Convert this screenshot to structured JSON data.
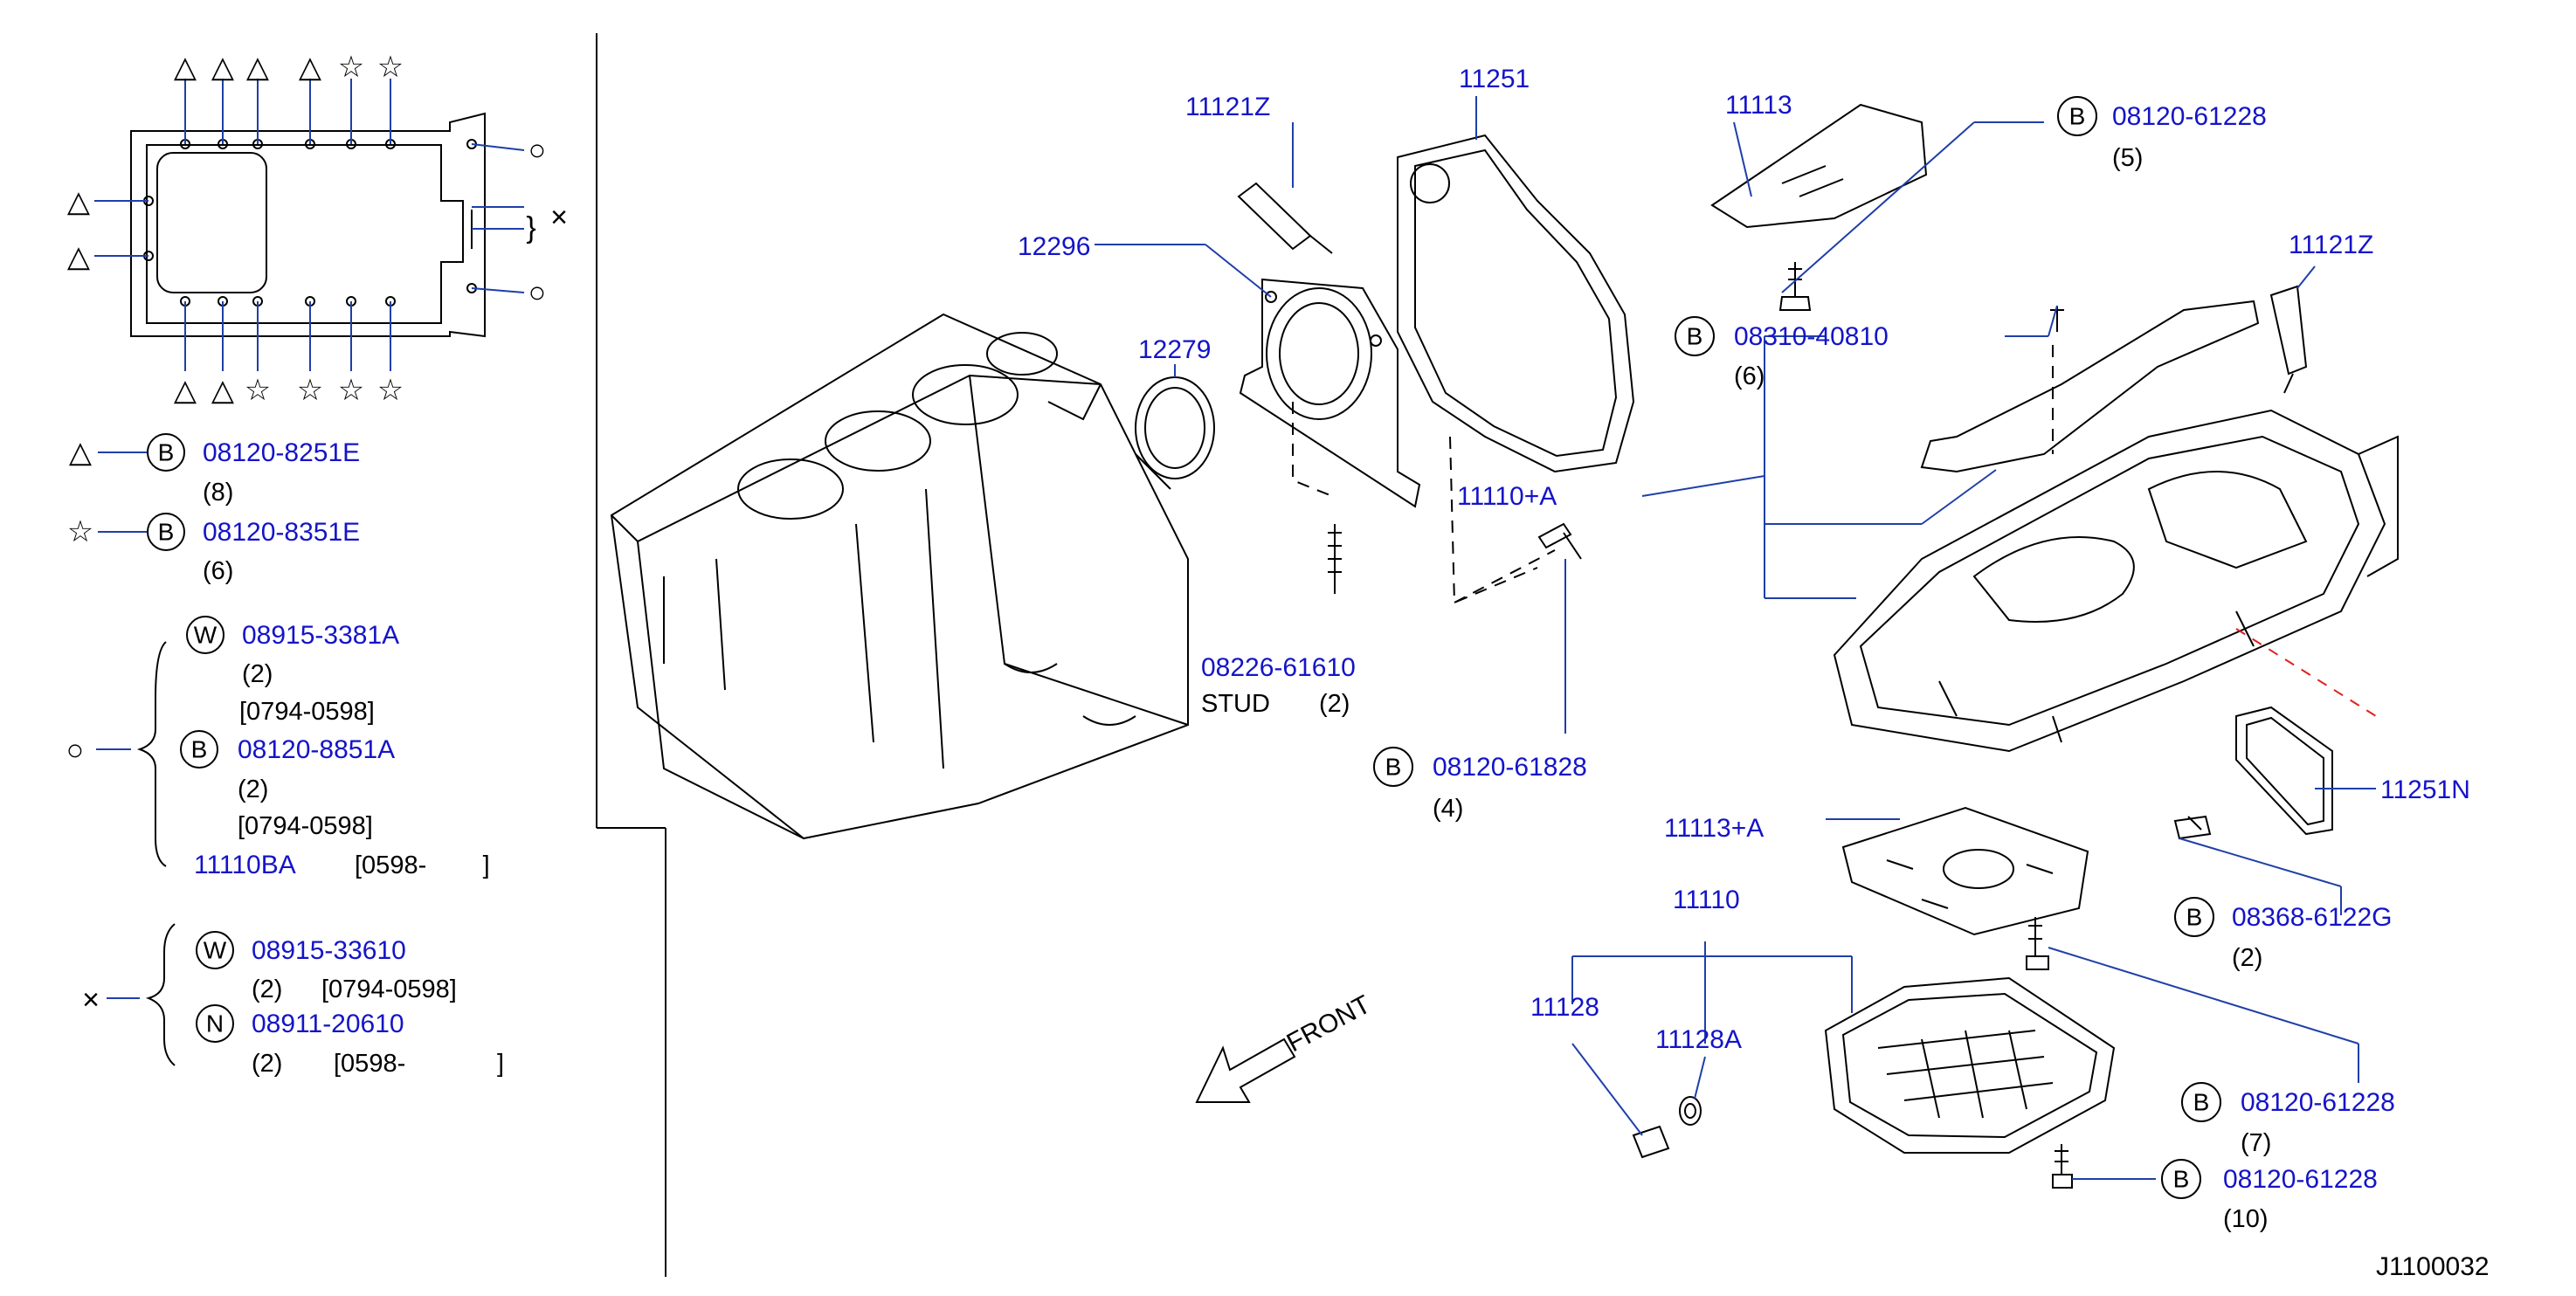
{
  "legend": {
    "triangle_symbol": "△",
    "star_symbol": "☆",
    "circle_symbol": "○",
    "cross_symbol": "×",
    "brace_symbol": "}",
    "triangle_bolt": {
      "badge": "B",
      "part": "08120-8251E",
      "qty": "(8)"
    },
    "star_bolt": {
      "badge": "B",
      "part": "08120-8351E",
      "qty": "(6)"
    },
    "circle_group": {
      "washer": {
        "badge": "W",
        "part": "08915-3381A",
        "qty": "(2)",
        "range": "[0794-0598]"
      },
      "bolt": {
        "badge": "B",
        "part": "08120-8851A",
        "qty": "(2)",
        "range": "[0794-0598]"
      },
      "stud": {
        "part": "11110BA",
        "range": "[0598-        ]"
      }
    },
    "cross_group": {
      "washer": {
        "badge": "W",
        "part": "08915-33610",
        "qty": "(2)",
        "range": "[0794-0598]"
      },
      "nut": {
        "badge": "N",
        "part": "08911-20610",
        "qty": "(2)",
        "range": "[0598-             ]"
      }
    }
  },
  "callouts": {
    "p11121Z_a": "11121Z",
    "p12296": "12296",
    "p12279": "12279",
    "p11251": "11251",
    "p11113": "11113",
    "bolt_08120_61228_5": {
      "badge": "B",
      "part": "08120-61228",
      "qty": "(5)"
    },
    "bolt_08310_40810": {
      "badge": "B",
      "part": "08310-40810",
      "qty": "(6)"
    },
    "p11121Z_b": "11121Z",
    "p11110A": "11110+A",
    "stud": {
      "part": "08226-61610",
      "name": "STUD",
      "qty": "(2)"
    },
    "bolt_08120_61828": {
      "badge": "B",
      "part": "08120-61828",
      "qty": "(4)"
    },
    "p11251N": "11251N",
    "p11113A": "11113+A",
    "bolt_08368_6122G": {
      "badge": "B",
      "part": "08368-6122G",
      "qty": "(2)"
    },
    "p11110": "11110",
    "p11128": "11128",
    "p11128A": "11128A",
    "bolt_08120_61228_7": {
      "badge": "B",
      "part": "08120-61228",
      "qty": "(7)"
    },
    "bolt_08120_61228_10": {
      "badge": "B",
      "part": "08120-61228",
      "qty": "(10)"
    },
    "front": "FRONT"
  },
  "footer": {
    "ref_code": "J1100032"
  },
  "colors": {
    "part_number": "#1414c8",
    "leader": "#1f3fa8",
    "ink": "#000000",
    "hidden_line": "#e02020"
  }
}
